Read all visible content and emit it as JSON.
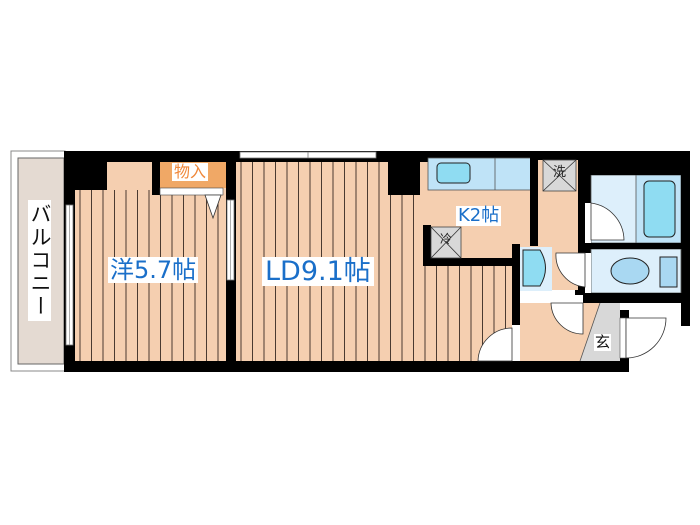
{
  "rooms": {
    "balcony": {
      "label": "バルコニー"
    },
    "western_room": {
      "label": "洋5.7帖"
    },
    "closet": {
      "label": "物入"
    },
    "living_dining": {
      "label": "LD9.1帖"
    },
    "kitchen": {
      "label": "K2帖"
    },
    "fridge_space": {
      "label": "冷"
    },
    "washer_space": {
      "label": "洗"
    },
    "entrance": {
      "label": "玄"
    }
  },
  "colors": {
    "wall": "#000000",
    "floor_wood": "#f5cfb0",
    "floor_line": "#4a3a30",
    "balcony": "#e4dad2",
    "wet_area": "#ddeffb",
    "fixture": "#8fdcf2",
    "label_blue": "#1a6fc9",
    "closet_orange": "#f0883a",
    "appliance_gray": "#d8d8d8"
  }
}
